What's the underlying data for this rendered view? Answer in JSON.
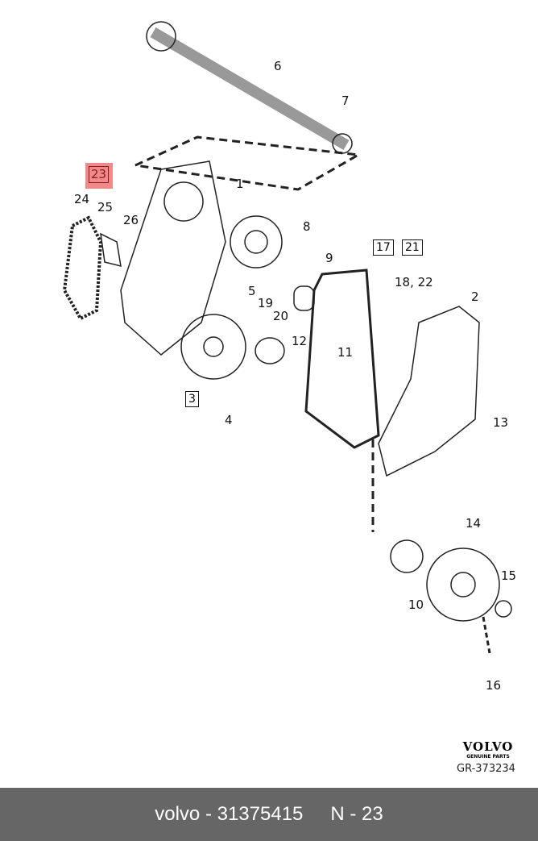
{
  "diagram": {
    "callouts": [
      {
        "id": "label-1",
        "text": "1"
      },
      {
        "id": "label-2",
        "text": "2"
      },
      {
        "id": "label-4",
        "text": "4"
      },
      {
        "id": "label-5",
        "text": "5"
      },
      {
        "id": "label-6",
        "text": "6"
      },
      {
        "id": "label-7",
        "text": "7"
      },
      {
        "id": "label-8",
        "text": "8"
      },
      {
        "id": "label-9",
        "text": "9"
      },
      {
        "id": "label-10",
        "text": "10"
      },
      {
        "id": "label-11",
        "text": "11"
      },
      {
        "id": "label-12",
        "text": "12"
      },
      {
        "id": "label-13",
        "text": "13"
      },
      {
        "id": "label-14",
        "text": "14"
      },
      {
        "id": "label-15",
        "text": "15"
      },
      {
        "id": "label-16",
        "text": "16"
      },
      {
        "id": "label-18-22",
        "text": "18, 22"
      },
      {
        "id": "label-19",
        "text": "19"
      },
      {
        "id": "label-20",
        "text": "20"
      },
      {
        "id": "label-24",
        "text": "24"
      },
      {
        "id": "label-25",
        "text": "25"
      },
      {
        "id": "label-26",
        "text": "26"
      }
    ],
    "boxed": {
      "b3": "3",
      "b17": "17",
      "b21": "21"
    },
    "highlighted": "23"
  },
  "brand": {
    "logo": "VOLVO",
    "sub": "GENUINE PARTS",
    "ref": "GR-373234"
  },
  "footer": {
    "part": "volvo - 31375415",
    "position": "N - 23"
  }
}
